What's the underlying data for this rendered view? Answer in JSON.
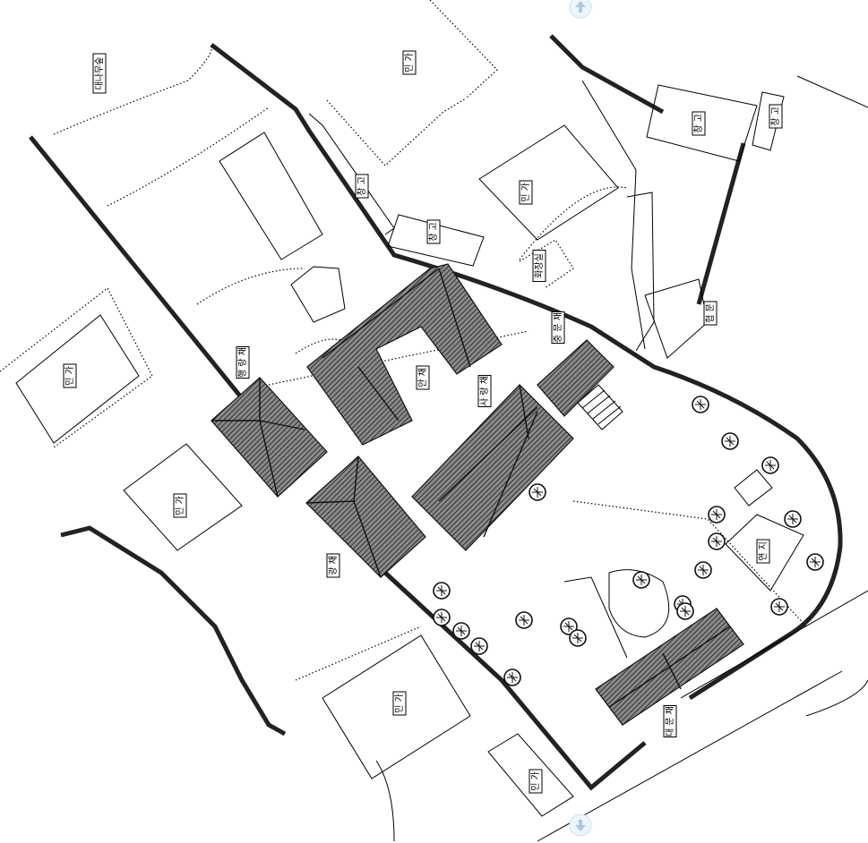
{
  "nav": {
    "up_arrow": "arrow-up-icon",
    "down_arrow": "arrow-down-icon",
    "accent": "#aac8e8"
  },
  "labels": {
    "forest": "대나무숲",
    "house_top": "민 가",
    "storage_center": "창 고",
    "storage_mid": "창 고",
    "house_right_top": "민 가",
    "restroom": "화장실",
    "storage_far_right": "창 고",
    "storage_corner": "창 고",
    "side_gate": "협 문",
    "house_left": "민 가",
    "sarangchae_side": "행 랑 채",
    "anchae": "안 채",
    "sarangchae": "사 랑 채",
    "jungmunchae": "중 문 채",
    "house_left_lower": "민 가",
    "gwangchae": "광 채",
    "pond": "연 지",
    "house_bottom": "민 가",
    "daemunchae": "대 문 채",
    "house_bottom_right": "민 가"
  }
}
